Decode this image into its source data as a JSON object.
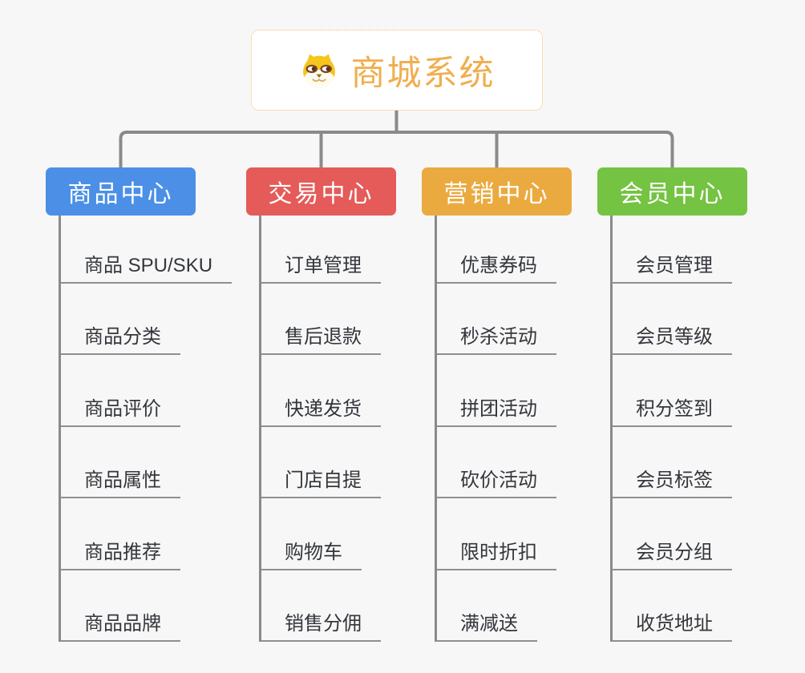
{
  "canvas": {
    "background": "#f7f7f7",
    "connector_color": "#8a8a8a"
  },
  "root": {
    "label": "商城系统",
    "icon": "dog-face-icon",
    "text_color": "#f0ae4e",
    "border_color": "#f2bb61",
    "background": "#ffffff"
  },
  "branches": [
    {
      "label": "商品中心",
      "color": "#4b90e6",
      "children": [
        "商品 SPU/SKU",
        "商品分类",
        "商品评价",
        "商品属性",
        "商品推荐",
        "商品品牌"
      ]
    },
    {
      "label": "交易中心",
      "color": "#e45b59",
      "children": [
        "订单管理",
        "售后退款",
        "快递发货",
        "门店自提",
        "购物车",
        "销售分佣"
      ]
    },
    {
      "label": "营销中心",
      "color": "#ebaa3f",
      "children": [
        "优惠券码",
        "秒杀活动",
        "拼团活动",
        "砍价活动",
        "限时折扣",
        "满减送"
      ]
    },
    {
      "label": "会员中心",
      "color": "#74c342",
      "children": [
        "会员管理",
        "会员等级",
        "积分签到",
        "会员标签",
        "会员分组",
        "收货地址"
      ]
    }
  ]
}
